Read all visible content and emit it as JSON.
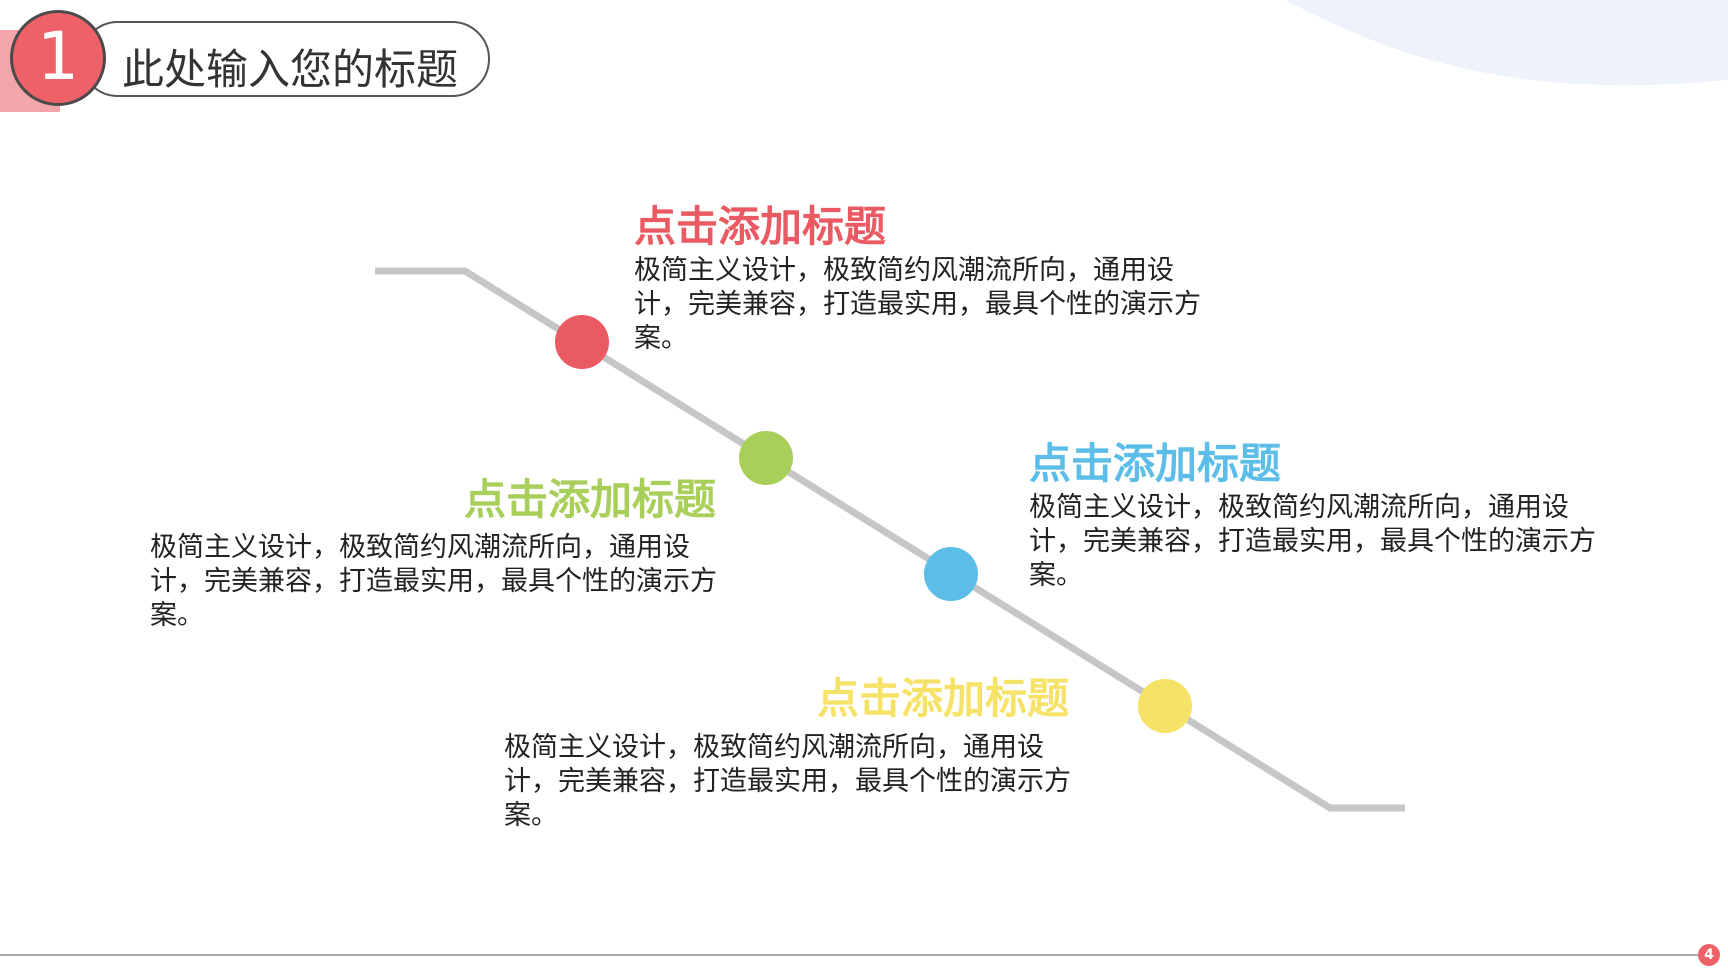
{
  "header": {
    "number": "1",
    "title": "此处输入您的标题"
  },
  "steps": [
    {
      "title": "点击添加标题",
      "desc": "极简主义设计，极致简约风潮流所向，通用设计，完美兼容，打造最实用，最具个性的演示方案。",
      "color": "#ea5a63"
    },
    {
      "title": "点击添加标题",
      "desc": "极简主义设计，极致简约风潮流所向，通用设计，完美兼容，打造最实用，最具个性的演示方案。",
      "color": "#a8cf5a"
    },
    {
      "title": "点击添加标题",
      "desc": "极简主义设计，极致简约风潮流所向，通用设计，完美兼容，打造最实用，最具个性的演示方案。",
      "color": "#5bbde8"
    },
    {
      "title": "点击添加标题",
      "desc": "极简主义设计，极致简约风潮流所向，通用设计，完美兼容，打造最实用，最具个性的演示方案。",
      "color": "#f7e268"
    }
  ],
  "footer": {
    "page_number": "4"
  },
  "colors": {
    "path": "#c6c6c6",
    "accent": "#ef6169",
    "wave": "#eef3fb"
  }
}
